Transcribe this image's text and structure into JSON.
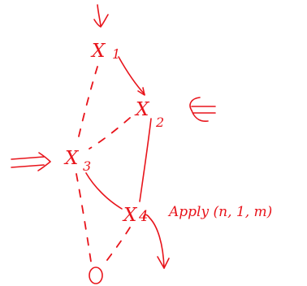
{
  "diagram": {
    "ink_color": "#e8141b",
    "nodes": [
      {
        "id": "x1",
        "label": "X",
        "subscript": "1"
      },
      {
        "id": "x2",
        "label": "X",
        "subscript": "2"
      },
      {
        "id": "x3",
        "label": "X",
        "subscript": "3"
      },
      {
        "id": "x4",
        "label": "X",
        "subscript": "4"
      },
      {
        "id": "bottom",
        "label": "O"
      }
    ],
    "solid_edges": [
      {
        "from": "x1",
        "to": "x2"
      },
      {
        "from": "x2",
        "to": "x4"
      },
      {
        "from": "x3",
        "to": "x4"
      }
    ],
    "dotted_edges": [
      {
        "from": "x1",
        "to": "x3"
      },
      {
        "from": "x2",
        "to": "x3"
      },
      {
        "from": "x3",
        "to": "bottom"
      },
      {
        "from": "x4",
        "to": "bottom"
      }
    ],
    "annotation": "Apply (n, 1, m)",
    "arrows": [
      {
        "name": "entry-arrow",
        "target": "x1"
      },
      {
        "name": "left-double-arrow",
        "target": "x3"
      },
      {
        "name": "right-double-arrow",
        "target": "x2"
      },
      {
        "name": "hook-arrow",
        "target": "x4"
      }
    ]
  }
}
